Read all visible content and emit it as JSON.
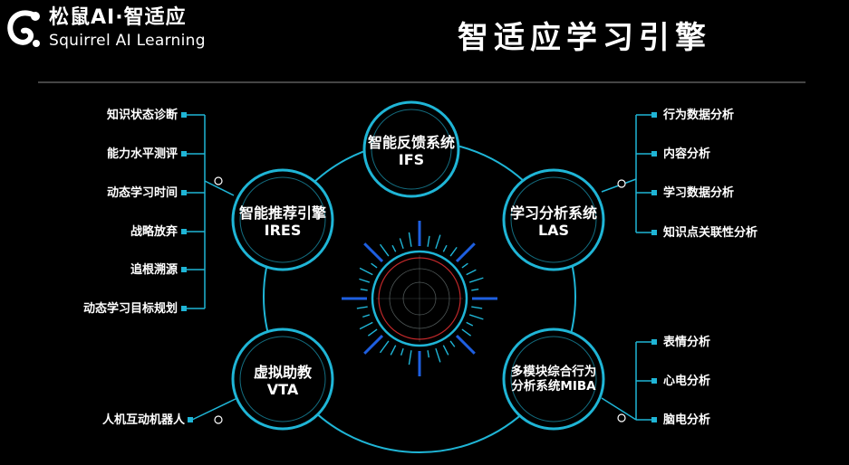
{
  "header": {
    "logo_cn": "松鼠AI·智适应",
    "logo_en": "Squirrel AI Learning",
    "title": "智适应学习引擎"
  },
  "colors": {
    "accent": "#1fb5d6",
    "accent_blue": "#1e5fe0",
    "core_red": "#c0282a",
    "background": "#000000"
  },
  "nodes": {
    "ifs": {
      "cn": "智能反馈系统",
      "en": "IFS"
    },
    "ires": {
      "cn": "智能推荐引擎",
      "en": "IRES"
    },
    "las": {
      "cn": "学习分析系统",
      "en": "LAS"
    },
    "vta": {
      "cn": "虚拟助教",
      "en": "VTA"
    },
    "miba": {
      "cn": "多模块综合行为",
      "en": "分析系统MIBA"
    }
  },
  "ires_items": [
    "知识状态诊断",
    "能力水平测评",
    "动态学习时间",
    "战略放弃",
    "追根溯源",
    "动态学习目标规划"
  ],
  "vta_items": [
    "人机互动机器人"
  ],
  "las_items": [
    "行为数据分析",
    "内容分析",
    "学习数据分析",
    "知识点关联性分析"
  ],
  "miba_items": [
    "表情分析",
    "心电分析",
    "脑电分析"
  ]
}
